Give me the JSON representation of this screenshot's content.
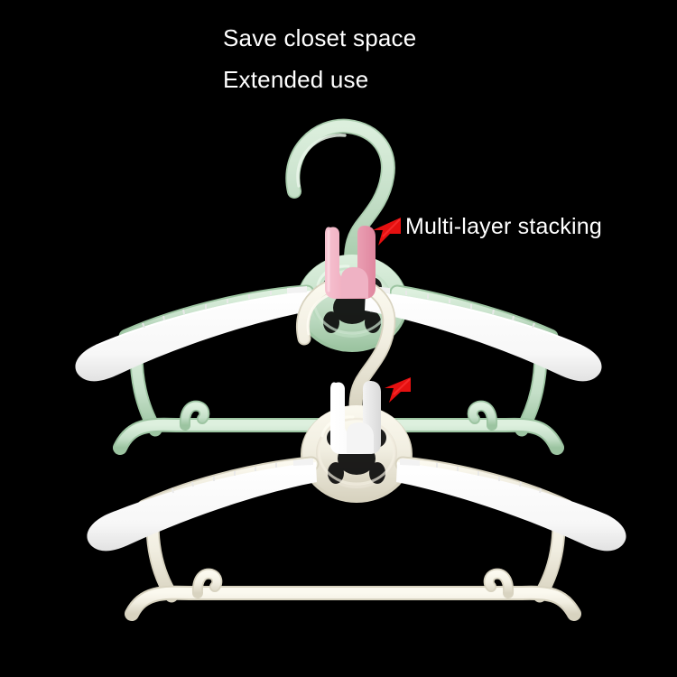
{
  "scene": {
    "background_color": "#000000",
    "product": "stackable extendable clothes hangers",
    "hanger_count": 2
  },
  "captions": {
    "line1": "Save closet space",
    "line2": "Extended use",
    "line3": "Multi-layer stacking",
    "text_color": "#ffffff"
  },
  "annotations": [
    {
      "name": "arrow-to-pink-clip",
      "label": "Multi-layer stacking",
      "color": "#e51010",
      "points": "down-left",
      "target": "pink clip band on green hanger hook"
    },
    {
      "name": "arrow-to-white-clip",
      "label": "",
      "color": "#e51010",
      "points": "down-left",
      "target": "white clip band on cream hanger hook"
    }
  ],
  "hangers": [
    {
      "id": "upper-hanger",
      "body_color": "#c9e2cc",
      "body_shade": "#a9ccad",
      "extension_arm_color": "#fbfbfb",
      "clip_color": "#f0aec0",
      "clip_shade": "#e18fa6",
      "hub_label": "bear-ring-hub",
      "parts": [
        "hook",
        "clip-band",
        "ring-hub",
        "left-shoulder",
        "right-shoulder",
        "left-extension-arm",
        "right-extension-arm",
        "bottom-bar",
        "left-notch",
        "right-notch"
      ]
    },
    {
      "id": "lower-hanger",
      "body_color": "#f2efe2",
      "body_shade": "#ddd8c6",
      "extension_arm_color": "#ffffff",
      "clip_color": "#ffffff",
      "clip_shade": "#dedede",
      "hub_label": "bear-ring-hub",
      "parts": [
        "hook",
        "clip-band",
        "ring-hub",
        "left-shoulder",
        "right-shoulder",
        "left-extension-arm",
        "right-extension-arm",
        "bottom-bar",
        "left-notch",
        "right-notch"
      ]
    }
  ]
}
